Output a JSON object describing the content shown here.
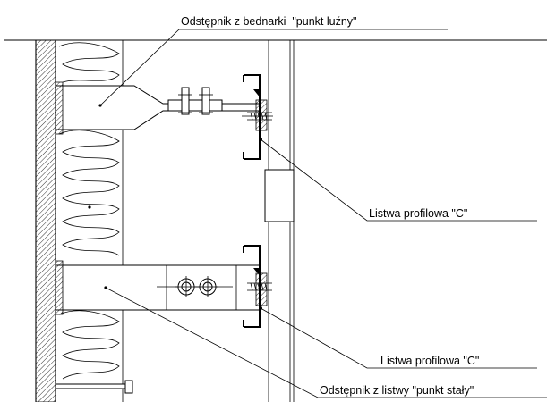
{
  "labels": {
    "top_bracket": "Odstępnik z bednarki  \"punkt luźny\"",
    "rail_top": "Listwa profilowa \"C\"",
    "rail_bottom": "Listwa profilowa \"C\"",
    "bottom_bracket": "Odstępnik z listwy \"punkt stały\""
  },
  "colors": {
    "line": "#000000",
    "background": "#ffffff"
  }
}
